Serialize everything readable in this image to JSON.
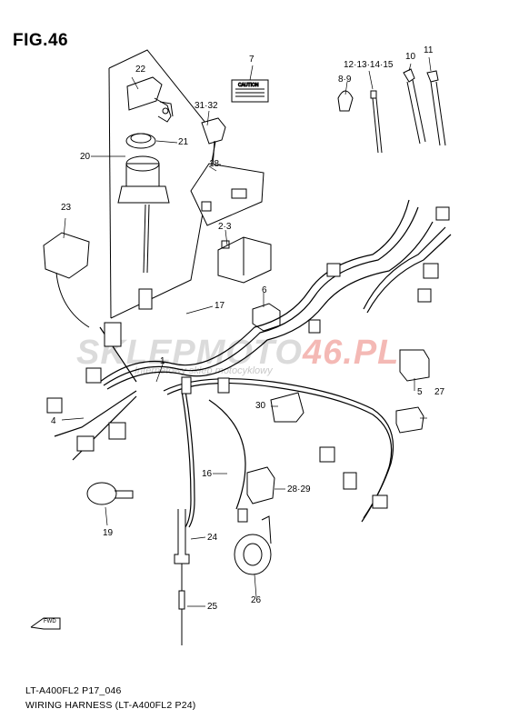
{
  "figure": {
    "title": "FIG.46",
    "footer_code": "LT-A400FL2 P17_046",
    "footer_caption": "WIRING HARNESS (LT-A400FL2 P24)"
  },
  "watermark": {
    "left_text": "SKLEPMOTO",
    "right_text": "46.PL",
    "subtitle": "Internetowy sklep motocyklowy",
    "gray": "#9a9a9a",
    "red": "#e23a2f"
  },
  "caution_label_text": "CAUTION",
  "fwd_label": "FWD",
  "part_refs": [
    "1",
    "2·3",
    "4",
    "5",
    "6",
    "7",
    "8·9",
    "10",
    "11",
    "12·13·14·15",
    "16",
    "17",
    "18",
    "19",
    "20",
    "21",
    "22",
    "23",
    "24",
    "25",
    "26",
    "27",
    "28·29",
    "30",
    "31·32"
  ]
}
